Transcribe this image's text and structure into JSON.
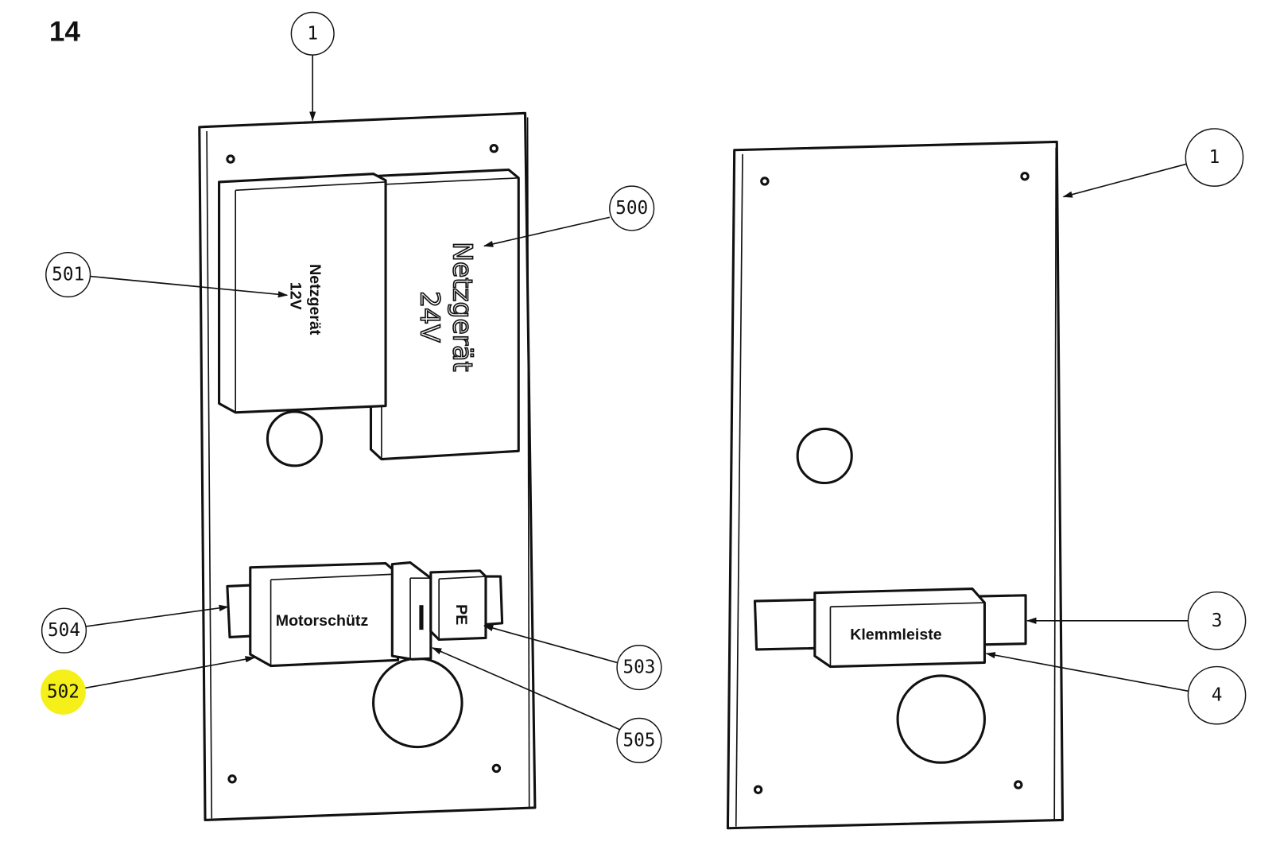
{
  "figure_number": "14",
  "left_panel": {
    "callouts": [
      "1",
      "500",
      "501",
      "504",
      "502",
      "503",
      "505"
    ],
    "highlighted_callout": "502",
    "highlight_color": "#f5f01a",
    "components": {
      "psu24_line1": "Netzgerät",
      "psu24_line2": "24V",
      "psu12_line1": "Netzgerät",
      "psu12_line2": "12V",
      "contactor": "Motorschütz",
      "pe_terminal": "PE"
    }
  },
  "right_panel": {
    "callouts": [
      "1",
      "3",
      "4"
    ],
    "components": {
      "terminal_strip": "Klemmleiste"
    }
  }
}
